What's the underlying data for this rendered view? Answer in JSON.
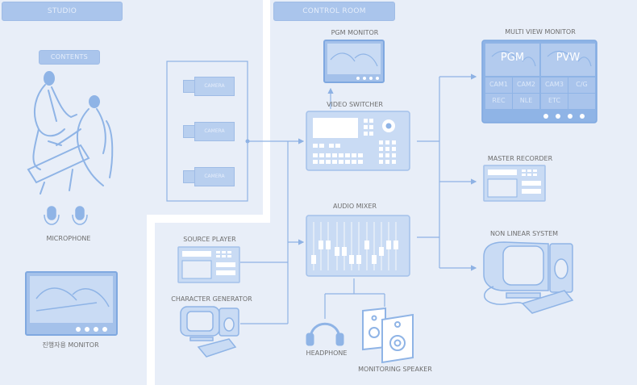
{
  "sections": {
    "studio": "STUDIO",
    "control_room": "CONTROL ROOM"
  },
  "studio": {
    "contents_label": "CONTENTS",
    "microphone_label": "MICROPHONE",
    "host_monitor_label": "진행자용 MONITOR",
    "cameras": [
      "CAMERA",
      "CAMERA",
      "CAMERA"
    ]
  },
  "control_room": {
    "pgm_monitor": "PGM MONITOR",
    "video_switcher": "VIDEO SWITCHER",
    "audio_mixer": "AUDIO MIXER",
    "source_player": "SOURCE PLAYER",
    "character_generator": "CHARACTER GENERATOR",
    "headphone": "HEADPHONE",
    "monitoring_speaker": "MONITORING SPEAKER",
    "multi_view_monitor": {
      "label": "MULTI VIEW MONITOR",
      "top": [
        "PGM",
        "PVW"
      ],
      "cells": [
        "CAM1",
        "CAM2",
        "CAM3",
        "C/G",
        "REC",
        "NLE",
        "ETC",
        ""
      ]
    },
    "master_recorder": "MASTER RECORDER",
    "non_linear_system": "NON LINEAR SYSTEM"
  },
  "colors": {
    "zone_bg": "#e8eef8",
    "accent": "#8fb4e6",
    "header_bg": "#aac5ec",
    "line": "#8eb2e4",
    "label_text": "#6e6e6e"
  }
}
